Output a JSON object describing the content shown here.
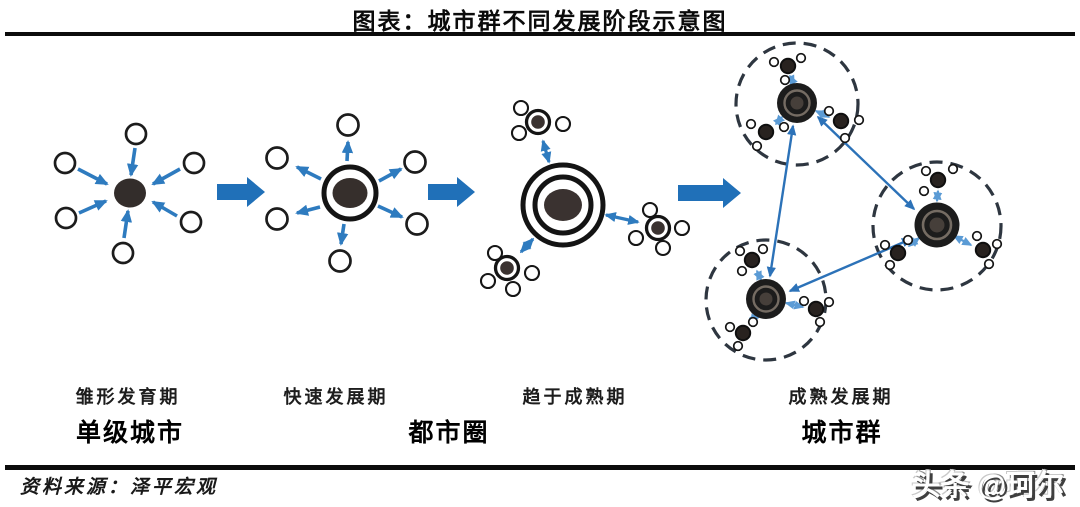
{
  "title": "图表：城市群不同发展阶段示意图",
  "periods": [
    {
      "label": "雏形发育期"
    },
    {
      "label": "快速发展期"
    },
    {
      "label": "趋于成熟期"
    },
    {
      "label": "成熟发展期"
    }
  ],
  "category_names": [
    {
      "label": "单级城市"
    },
    {
      "label": "都市圈"
    },
    {
      "label": "城市群"
    }
  ],
  "source_note": "资料来源：泽平宏观",
  "watermark": "头条 @珂尔",
  "colors": {
    "arrow_blue": "#2e7bbf",
    "block_arrow_blue": "#2070b8",
    "light_arrow_blue": "#5b9bd5",
    "ink": "#111111"
  },
  "diagram": {
    "type": "process-diagram",
    "flow": "left-to-right",
    "stages": [
      {
        "period": "雏形发育期",
        "category": "单级城市",
        "structure": "one dark core city circle, 6 small satellite towns, blue arrows pointing inward to the core"
      },
      {
        "period": "快速发展期",
        "category": "都市圈",
        "structure": "ringed core city, 6 small satellite towns, blue arrows pointing outward from the core"
      },
      {
        "period": "趋于成熟期",
        "category": "都市圈",
        "structure": "large triple-ring core linked by two-way arrows to 3 sub-center clusters with their own satellites"
      },
      {
        "period": "成熟发展期",
        "category": "城市群",
        "structure": "3 dashed metropolitan circles, each with ringed core and mini clusters, all cores interconnected by two-way arrows"
      }
    ]
  }
}
